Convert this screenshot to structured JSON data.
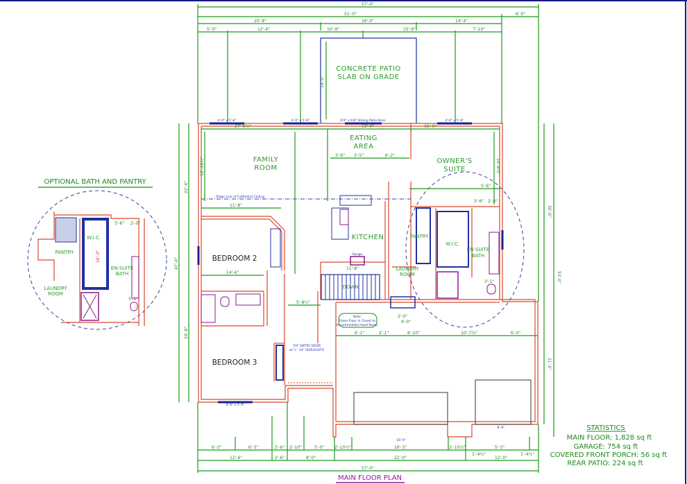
{
  "plan": {
    "title": "MAIN FLOOR PLAN",
    "rooms": {
      "patio": [
        "CONCRETE PATIO",
        "SLAB ON GRADE"
      ],
      "eating": [
        "EATING",
        "AREA"
      ],
      "family": [
        "FAMILY",
        "ROOM"
      ],
      "owners": [
        "OWNER'S",
        "SUITE"
      ],
      "kitchen": "KITCHEN",
      "pantry": "PANTRY",
      "wic": "W.I.C.",
      "ensuite": [
        "EN-SUITE",
        "BATH"
      ],
      "laundry": [
        "LAUNDRY",
        "ROOM"
      ],
      "bedroom2": "BEDROOM 2",
      "bedroom3": "BEDROOM 3",
      "down": "DOWN",
      "range": "Range",
      "note": [
        "Note:",
        "Raise Floor in Closet to",
        "Accommodate Head Room."
      ],
      "entry": [
        "3'0\" ENTRY DOOR",
        "w/ 1 - 14\" SIDELIGHTS"
      ],
      "ridge": "Ridge Line of Cathedral Ceiling",
      "patio_door": "6'0\" x 6'8\" Sliding Patio Door",
      "window": "4'-0\" x 5'-6\""
    },
    "dims_top": [
      "57'-0\"",
      "51'-0\"",
      "6'-0\"",
      "20'-8\"",
      "16'-0\"",
      "14'-4\"",
      "5'-0\"",
      "12'-4\"",
      "10'-9\"",
      "15'-9\"",
      "7'-10\""
    ],
    "dims_bottom": [
      "6'-3\"",
      "6'-3\"",
      "2'-6\"",
      "2'-10\"",
      "5'-0\"",
      "2'-10½\"",
      "16'-3\"",
      "2'-10½\"",
      "5'-3\"",
      "12'-6\"",
      "2'-6\"",
      "8'-0\"",
      "22'-0\"",
      "12'-0\"",
      "57'-0\"",
      "1'-4½\"",
      "1'-4½\"",
      "16'-0\"",
      "8'-0\""
    ],
    "dims_inner": [
      "27'-8½\"",
      "13'-4\"",
      "15'-0\"",
      "3'-6\"",
      "3'-5\"",
      "6'-2\"",
      "11'-8\"",
      "14'-4\"",
      "5'-8½\"",
      "6'-1\"",
      "2'-1\"",
      "6'-10\"",
      "10'-7½\"",
      "6'-0\"",
      "11'-8\"",
      "5'-6\"",
      "3'-6\"",
      "2'-0\"",
      "3'-1\"",
      "4'-0\"",
      "2'-0\""
    ],
    "dims_side": [
      "47'-0\"",
      "22'-4\"",
      "24'-8\"",
      "30'-0\"",
      "53'-0\"",
      "21'-0\"",
      "14'-0\"",
      "16'-10½\"",
      "14'-8½\""
    ]
  },
  "inset": {
    "title": "OPTIONAL BATH AND PANTRY",
    "pantry": "PANTRY",
    "wic": "W.I.C.",
    "ensuite": [
      "EN-SUITE",
      "BATH"
    ],
    "laundry": [
      "LAUNDRY",
      "ROOM"
    ],
    "dims": [
      "3'-6\"",
      "2'-0\"",
      "10'-3\"",
      "3'-1\""
    ]
  },
  "statistics": {
    "title": "STATISTICS",
    "lines": [
      "MAIN FLOOR:  1,828 sq ft",
      "GARAGE:  754 sq ft",
      "COVERED FRONT PORCH:  56 sq ft",
      "REAR PATIO:  224 sq ft"
    ]
  },
  "colors": {
    "walls": "#d9472b",
    "dimensions": "#1a9a1a",
    "windows": "#1a2090",
    "title": "#8a1a9a",
    "frame": "#1a1a8a"
  }
}
